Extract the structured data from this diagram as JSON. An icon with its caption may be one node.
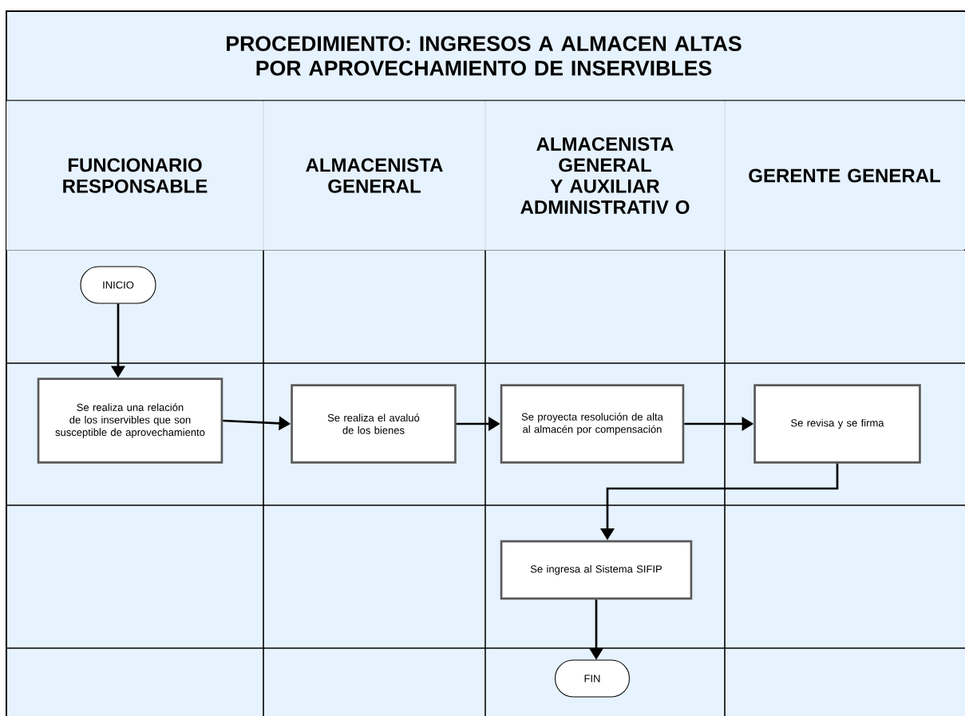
{
  "diagram": {
    "title": "PROCEDIMIENTO: INGRESOS A ALMACEN ALTAS POR APROVECHAMIENTO DE INSERVIBLES",
    "nodes": [
      {
        "text": [
          "FUNCIONARIO RESPONSABLE"
        ]
      },
      {
        "text": [
          "ALMACENISTA GENERAL"
        ]
      },
      {
        "text": [
          "ALMACENISTA GENERAL Y AUXILIAR ADMINISTRATIV O"
        ]
      },
      {
        "text": [
          "GERENTE GENERAL"
        ]
      },
      {
        "text": [
          "INICIO"
        ]
      },
      {
        "text": [
          "Se realiza una relación de los inservibles que son susceptible de aprovechamiento"
        ]
      },
      {
        "text": [
          "Se realiza el avaluó de los bienes"
        ]
      },
      {
        "text": [
          "Se proyecta resolución de alta al almacén por compensación"
        ]
      },
      {
        "text": [
          "Se revisa y se firma"
        ]
      },
      {
        "text": [
          "Se ingresa al Sistema SIFIP"
        ]
      },
      {
        "text": [
          "FIN"
        ]
      }
    ],
    "edges": [
      {
        "from": 4,
        "to": 5,
        "arrow": "to"
      },
      {
        "from": 5,
        "to": 6,
        "arrow": "to"
      },
      {
        "from": 6,
        "to": 7,
        "arrow": "to"
      },
      {
        "from": 7,
        "to": 8,
        "arrow": "to"
      },
      {
        "from": 8,
        "to": 9,
        "arrow": "to"
      },
      {
        "from": 9,
        "to": 10,
        "arrow": "to"
      }
    ]
  }
}
